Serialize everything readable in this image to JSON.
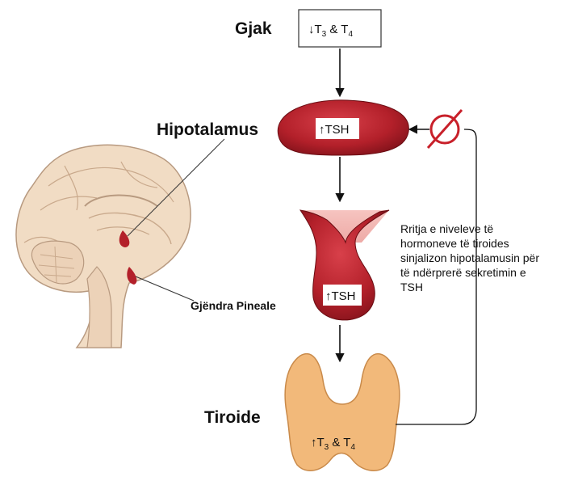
{
  "labels": {
    "blood": "Gjak",
    "hypothalamus": "Hipotalamus",
    "pineal": "Gjëndra Pineale",
    "thyroid": "Tiroide"
  },
  "blood_box": {
    "arrow": "↓",
    "t3": "T",
    "t3_sub": "3",
    "amp": " & T",
    "t4_sub": "4"
  },
  "hypo_box": {
    "arrow": "↑",
    "text": "TSH"
  },
  "pit_box": {
    "arrow": "↑",
    "text": "TSH"
  },
  "thyroid_box": {
    "arrow": "↑",
    "t3": "T",
    "t3_sub": "3",
    "amp": " & T",
    "t4_sub": "4"
  },
  "feedback_note": [
    "Rritja e niveleve të",
    "hormoneve  të tiroides",
    "sinjalizon hipotalamusin për",
    "të ndërprerë sekretimin e",
    "TSH"
  ],
  "colors": {
    "organ_red": "#b3202a",
    "organ_dark": "#7a1018",
    "thyroid": "#f2b97a",
    "brain": "#f1dcc4",
    "inhibit": "#c8202a"
  }
}
